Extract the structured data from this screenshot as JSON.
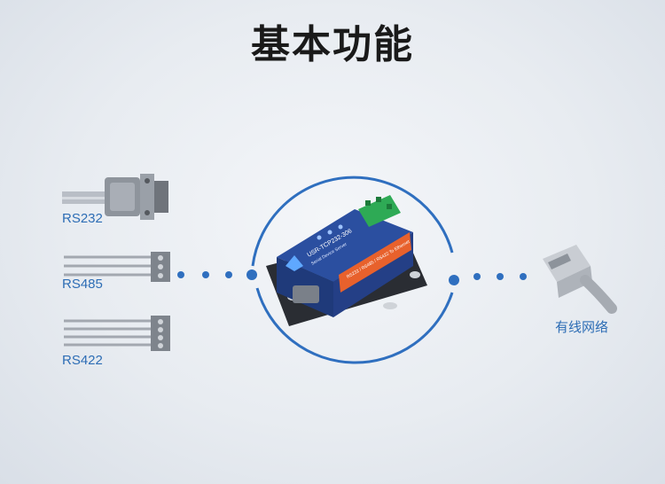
{
  "title": "基本功能",
  "interfaces": {
    "rs232": "RS232",
    "rs485": "RS485",
    "rs422": "RS422"
  },
  "network": {
    "label": "有线网络"
  },
  "device": {
    "model_text": "USR-TCP232-306",
    "subtitle_text": "Serial Device Server",
    "ports_text": "RS232 / RS485 / RS422 To Ethernet"
  },
  "colors": {
    "accent": "#2f6fbf",
    "device_body": "#2b4fa0",
    "device_label": "#e8612c",
    "terminal": "#2eaa55"
  },
  "icons": [
    "db9-connector-icon",
    "terminal-block-icon",
    "rj45-plug-icon"
  ]
}
